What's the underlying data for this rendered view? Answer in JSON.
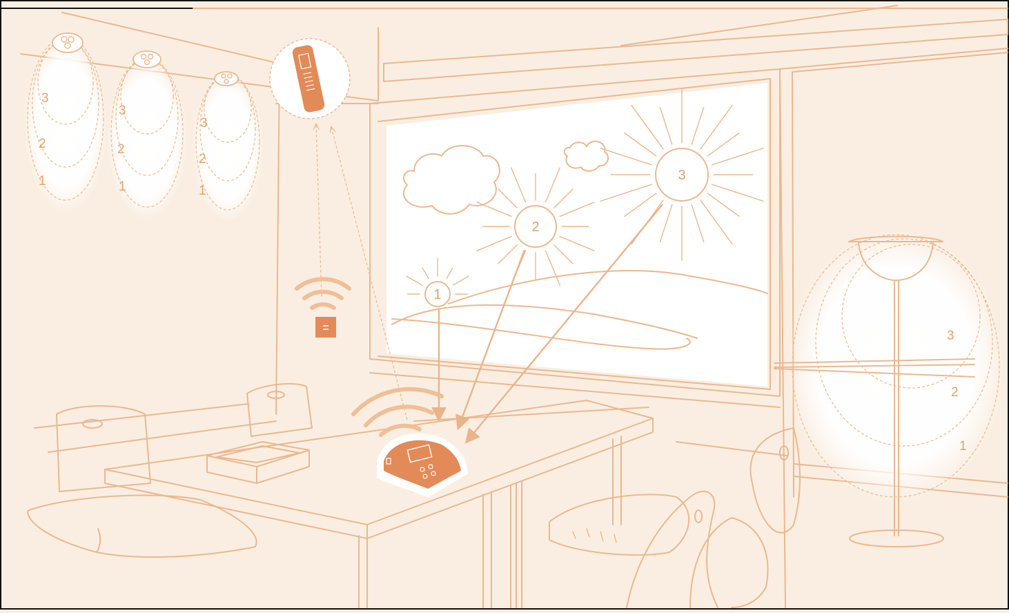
{
  "colors": {
    "background": "#f9eee1",
    "line": "#eab88f",
    "device": "#e28b58",
    "glow": "#ffffff"
  },
  "ceiling_lights": [
    {
      "levels": [
        "3",
        "2",
        "1"
      ]
    },
    {
      "levels": [
        "3",
        "2",
        "1"
      ]
    },
    {
      "levels": [
        "3",
        "2",
        "1"
      ]
    }
  ],
  "floor_lamp": {
    "levels": [
      "3",
      "2",
      "1"
    ]
  },
  "suns": [
    {
      "label": "1"
    },
    {
      "label": "2"
    },
    {
      "label": "3"
    }
  ],
  "devices": {
    "ceiling_sensor": {
      "icon": "light-sensor-icon"
    },
    "wall_switch": {
      "icon": "wall-switch-icon"
    },
    "table_controller": {
      "icon": "controller-icon"
    }
  }
}
